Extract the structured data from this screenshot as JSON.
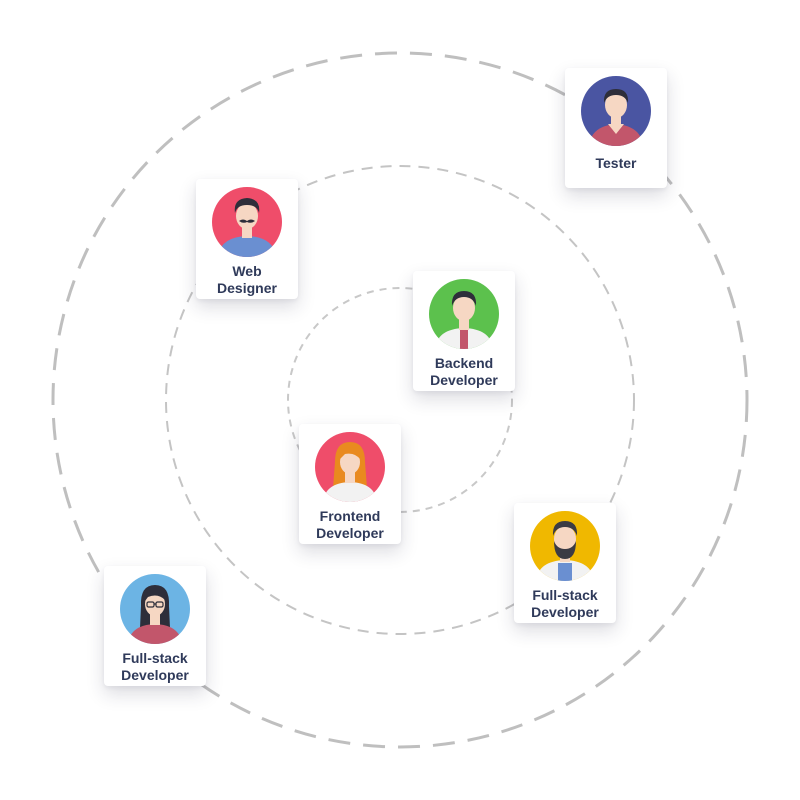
{
  "colors": {
    "ring": "#bfbfbf",
    "label_text": "#2f3a5a",
    "skin": "#f6d7c3",
    "hair_dark": "#2e2e3a"
  },
  "roles": [
    {
      "id": "tester",
      "name": "Tester",
      "icon": "tester-avatar-icon",
      "bg": "#4a55a2",
      "shirt": "#c2566b"
    },
    {
      "id": "web-designer",
      "name": "Web\nDesigner",
      "icon": "web-designer-avatar-icon",
      "bg": "#ef4d6a",
      "shirt": "#6a8fd1"
    },
    {
      "id": "backend-developer",
      "name": "Backend\nDeveloper",
      "icon": "backend-developer-avatar-icon",
      "bg": "#5cc14d",
      "shirt": "#f2f2f2"
    },
    {
      "id": "frontend-developer",
      "name": "Frontend\nDeveloper",
      "icon": "frontend-developer-avatar-icon",
      "bg": "#ef4d6a",
      "shirt": "#f2f2f2"
    },
    {
      "id": "fullstack-developer-male",
      "name": "Full-stack\nDeveloper",
      "icon": "fullstack-developer-male-avatar-icon",
      "bg": "#f0b800",
      "shirt": "#f2f2f2"
    },
    {
      "id": "fullstack-developer-female",
      "name": "Full-stack\nDeveloper",
      "icon": "fullstack-developer-female-avatar-icon",
      "bg": "#6cb4e4",
      "shirt": "#c2566b"
    }
  ]
}
